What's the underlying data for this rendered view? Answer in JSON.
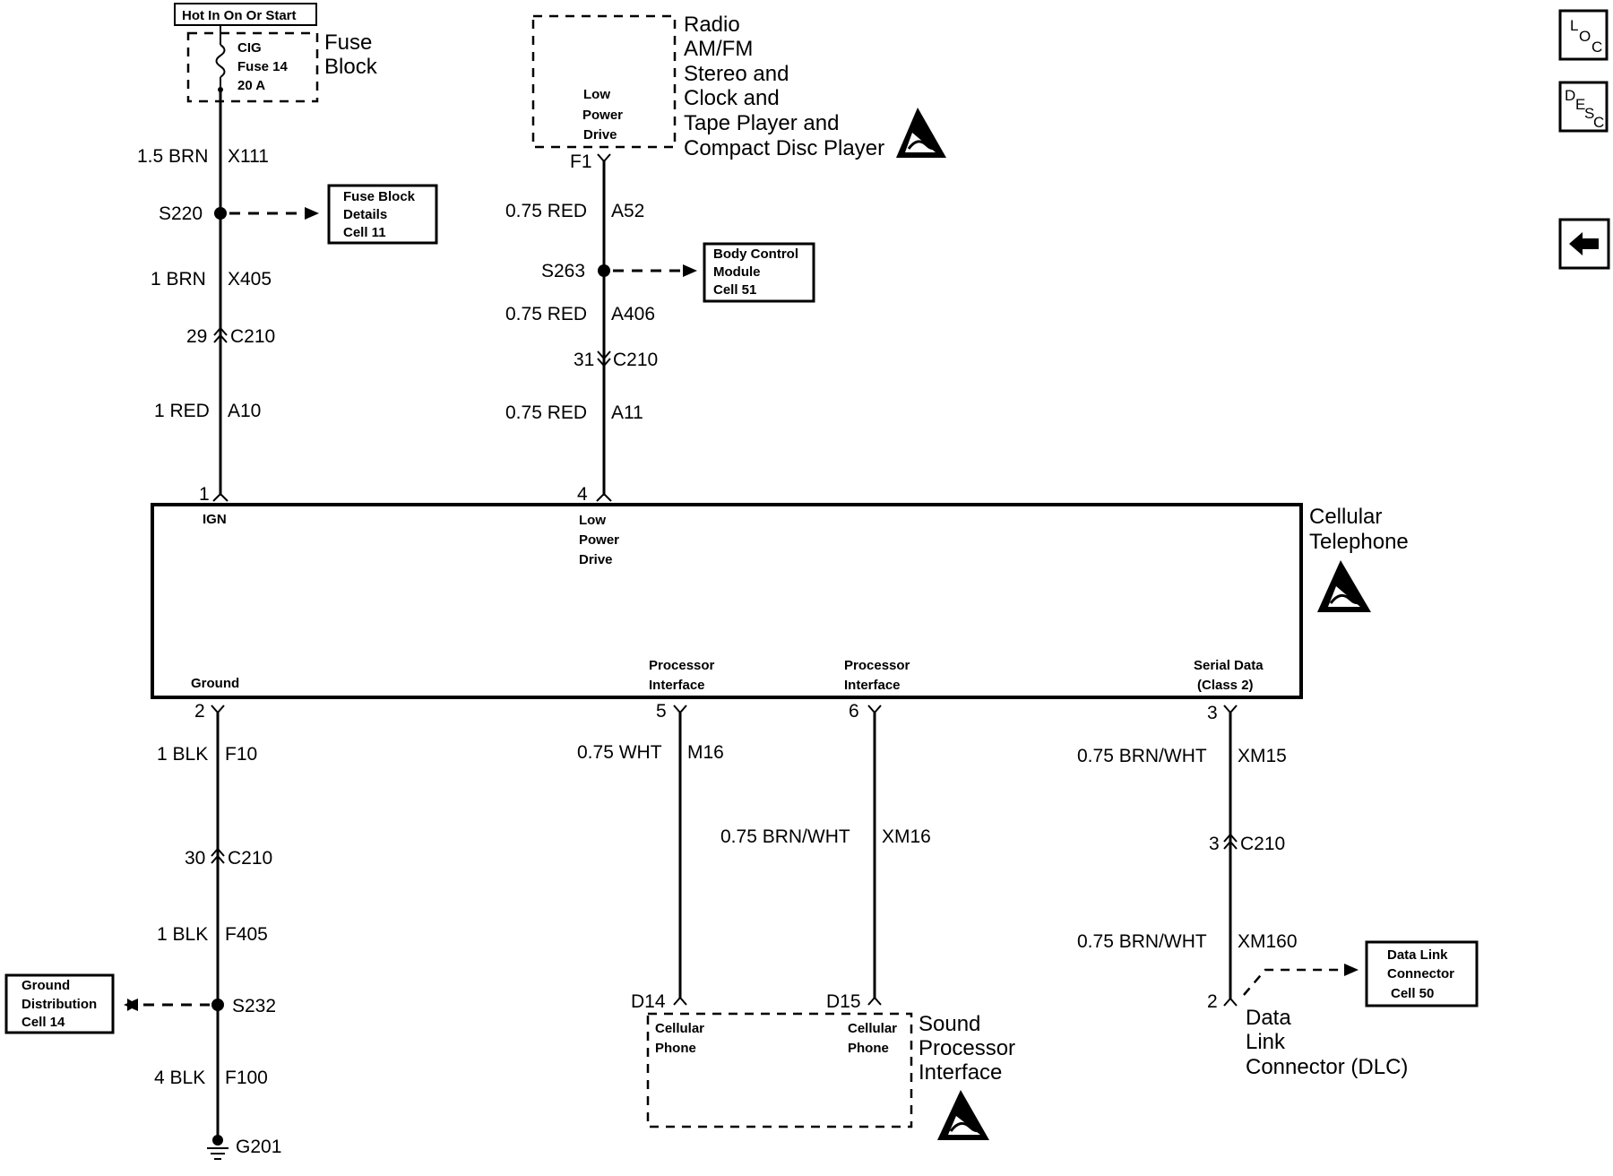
{
  "nav": {
    "loc_label": "L O C",
    "desc_label": "D E S C",
    "back_icon": "left-arrow-icon"
  },
  "fuse": {
    "power_label": "Hot In On Or Start",
    "fuse_name": "CIG",
    "fuse_number": "Fuse 14",
    "fuse_rating": "20 A",
    "block_label_1": "Fuse",
    "block_label_2": "Block"
  },
  "radio": {
    "label_lines": [
      "Radio",
      "AM/FM",
      "Stereo and",
      "Clock and",
      "Tape Player and",
      "Compact Disc Player"
    ],
    "internal_lines": [
      "Low",
      "Power",
      "Drive"
    ],
    "terminal": "F1"
  },
  "wires_left": {
    "w1_spec": "1.5 BRN",
    "w1_circuit": "X111",
    "splice": "S220",
    "w2_spec": "1  BRN",
    "w2_circuit": "X405",
    "conn_pin": "29",
    "conn_name": "C210",
    "w3_spec": "1 RED",
    "w3_circuit": "A10",
    "phone_pin": "1",
    "phone_pin_label": "IGN"
  },
  "fuse_ref": {
    "lines": [
      "Fuse Block",
      "Details",
      "Cell 11"
    ]
  },
  "wires_radio": {
    "w1_spec": "0.75 RED",
    "w1_circuit": "A52",
    "splice": "S263",
    "w2_spec": "0.75 RED",
    "w2_circuit": "A406",
    "conn_pin": "31",
    "conn_name": "C210",
    "w3_spec": "0.75 RED",
    "w3_circuit": "A11",
    "phone_pin": "4",
    "phone_pin_label_lines": [
      "Low",
      "Power",
      "Drive"
    ]
  },
  "bcm_ref": {
    "lines": [
      "Body Control",
      "Module",
      "Cell 51"
    ]
  },
  "phone": {
    "label_1": "Cellular",
    "label_2": "Telephone",
    "ground_label": "Ground",
    "proc1_lines": [
      "Processor",
      "Interface"
    ],
    "proc2_lines": [
      "Processor",
      "Interface"
    ],
    "serial_lines": [
      "Serial Data",
      "(Class 2)"
    ]
  },
  "ground_circuit": {
    "pin": "2",
    "w1_spec": "1 BLK",
    "w1_circuit": "F10",
    "conn_pin": "30",
    "conn_name": "C210",
    "w2_spec": "1 BLK",
    "w2_circuit": "F405",
    "splice": "S232",
    "w3_spec": "4 BLK",
    "w3_circuit": "F100",
    "ground": "G201"
  },
  "ground_ref": {
    "lines": [
      "Ground",
      "Distribution",
      "Cell 14"
    ]
  },
  "proc1_circuit": {
    "pin": "5",
    "w_spec": "0.75 WHT",
    "w_circuit": "M16",
    "terminal": "D14"
  },
  "proc2_circuit": {
    "pin": "6",
    "w_spec": "0.75 BRN/WHT",
    "w_circuit": "XM16",
    "terminal": "D15"
  },
  "serial_circuit": {
    "pin": "3",
    "w1_spec": "0.75 BRN/WHT",
    "w1_circuit": "XM15",
    "conn_pin": "3",
    "conn_name": "C210",
    "w2_spec": "0.75 BRN/WHT",
    "w2_circuit": "XM160",
    "dlc_pin": "2"
  },
  "sound": {
    "left_lines": [
      "Cellular",
      "Phone"
    ],
    "right_lines": [
      "Cellular",
      "Phone"
    ],
    "label_lines": [
      "Sound",
      "Processor",
      "Interface"
    ]
  },
  "dlc": {
    "label_lines": [
      "Data",
      "Link",
      "Connector (DLC)"
    ],
    "ref_lines": [
      "Data Link",
      "Connector",
      "Cell 50"
    ]
  },
  "colors": {
    "ink": "#000000",
    "paper": "#ffffff"
  }
}
